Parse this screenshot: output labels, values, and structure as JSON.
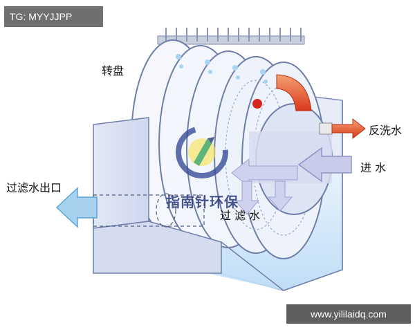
{
  "header": {
    "tag": "TG: MYYJJPP"
  },
  "labels": {
    "turntable": "转盘",
    "backwash": "反洗水",
    "inlet": "进 水",
    "outlet": "过滤水出口",
    "filtered": "过 滤 水"
  },
  "watermark": {
    "brand": "指南针环保"
  },
  "footer": {
    "url": "www.yililaidq.com"
  },
  "colors": {
    "tank": "#dfe5f4",
    "water": "#cfe6fb",
    "disc": "#f4f7fc",
    "outlet_arrow": "#8fc6e9",
    "inlet_arrow": "#c8c9ea",
    "backwash_arrow": "#e04a2a"
  }
}
